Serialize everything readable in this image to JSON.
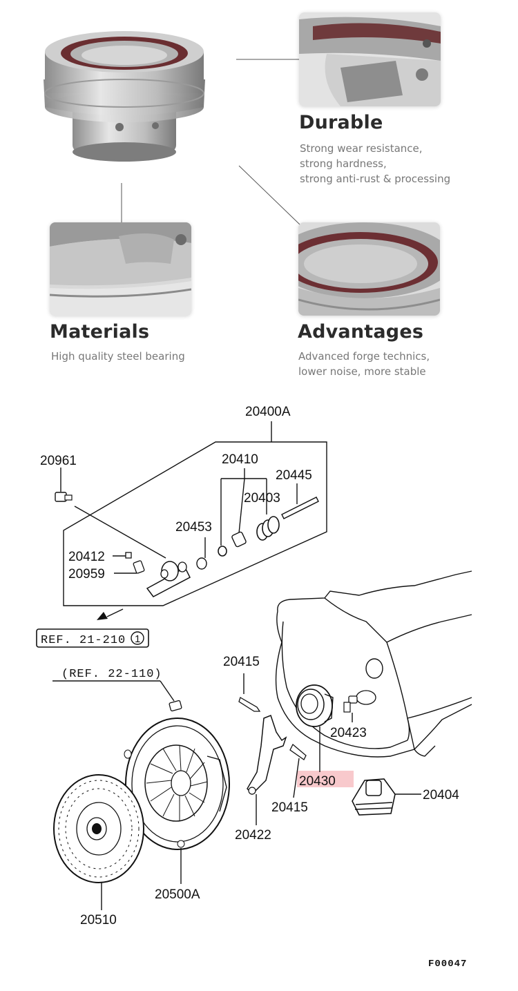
{
  "features": [
    {
      "id": "durable",
      "title": "Durable",
      "lines": [
        "Strong wear resistance,",
        "strong hardness,",
        "strong anti-rust & processing"
      ]
    },
    {
      "id": "materials",
      "title": "Materials",
      "lines": [
        "High quality steel bearing"
      ]
    },
    {
      "id": "advantages",
      "title": "Advantages",
      "lines": [
        "Advanced forge technics,",
        "lower noise, more stable"
      ]
    }
  ],
  "diagram": {
    "assembly": "20400A",
    "parts": {
      "p20961": "20961",
      "p20410": "20410",
      "p20445": "20445",
      "p20403": "20403",
      "p20453": "20453",
      "p20412": "20412",
      "p20959": "20959",
      "p20415a": "20415",
      "p20423": "20423",
      "p20430": "20430",
      "p20404": "20404",
      "p20415b": "20415",
      "p20422": "20422",
      "p20500A": "20500A",
      "p20510": "20510"
    },
    "ref1": "REF. 21-210",
    "ref1_circle": "1",
    "ref2": "(REF. 22-110)",
    "code": "F00047",
    "highlight_color": "#f8c9cc"
  }
}
